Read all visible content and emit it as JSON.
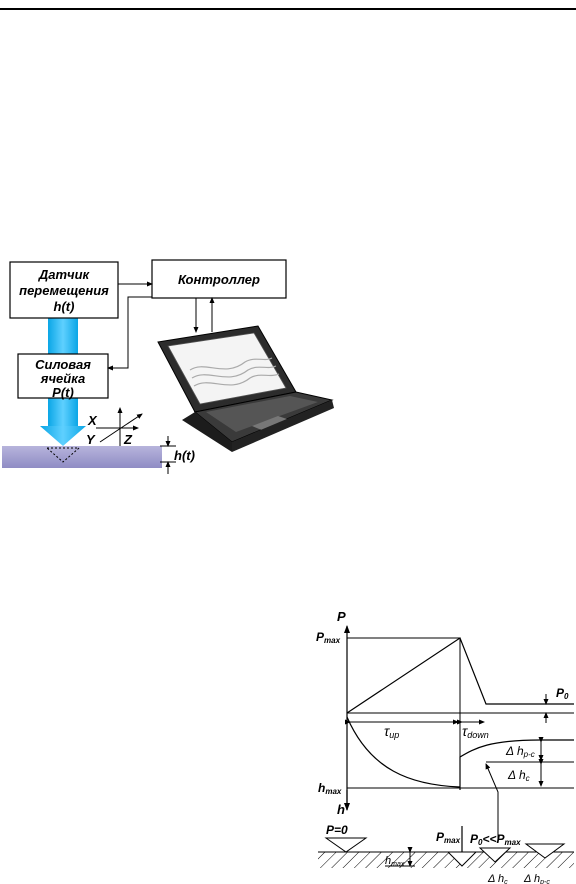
{
  "setup": {
    "sensor": {
      "line1": "Датчик",
      "line2": "перемещения",
      "line3": "h(t)"
    },
    "controller": "Контроллер",
    "loadcell": {
      "line1": "Силовая",
      "line2": "ячейка",
      "line3": "P(t)"
    },
    "axes": {
      "x": "X",
      "y": "Y",
      "z": "Z"
    },
    "depth": "h(t)"
  },
  "plot": {
    "p_axis": "P",
    "p_max": {
      "base": "P",
      "sub": "max"
    },
    "p0": {
      "base": "P",
      "sub": "0"
    },
    "tau_up": {
      "base": "τ",
      "sub": "up"
    },
    "tau_down": {
      "base": "τ",
      "sub": "down"
    },
    "dh_pc": {
      "base": "Δ h",
      "sub": "p-c"
    },
    "dh_c": {
      "base": "Δ h",
      "sub": "c"
    },
    "h_max": {
      "base": "h",
      "sub": "max"
    },
    "h_axis": "h"
  },
  "stages": {
    "p_zero": "P=0",
    "p_max": {
      "base": "P",
      "sub": "max"
    },
    "p0_cmp": {
      "base": "P",
      "sub0": "0",
      "mid": "<<P",
      "sub1": "max"
    },
    "h_max": {
      "base": "h",
      "sub": "max"
    },
    "dh_c": {
      "base": "Δ h",
      "sub": "c"
    },
    "dh_pc": {
      "base": "Δ h",
      "sub": "p-c"
    }
  }
}
